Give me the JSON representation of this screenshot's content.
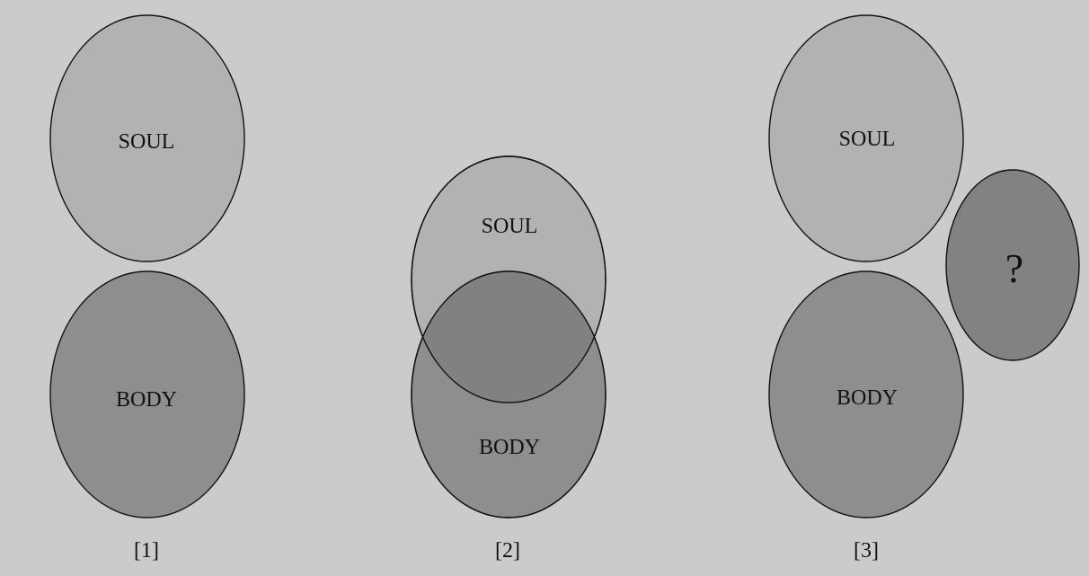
{
  "diagrams": [
    {
      "caption": "[1]",
      "upper_label": "SOUL",
      "lower_label": "BODY"
    },
    {
      "caption": "[2]",
      "upper_label": "SOUL",
      "lower_label": "BODY"
    },
    {
      "caption": "[3]",
      "upper_label": "SOUL",
      "lower_label": "BODY",
      "extra_label": "?"
    }
  ],
  "colors": {
    "background": "#cbcbcb",
    "soul_fill": "#b3b1b3",
    "body_fill": "#8f8e8f",
    "overlap_fill": "#828182",
    "unknown_fill": "#838283",
    "stroke": "#111111"
  }
}
